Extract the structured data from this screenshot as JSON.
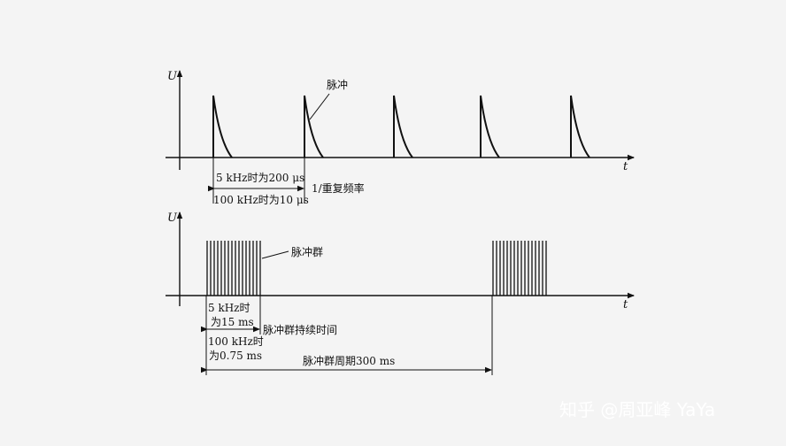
{
  "diagram": {
    "top": {
      "y_axis_label": "U",
      "x_axis_label": "t",
      "pulse_label": "脉冲",
      "period_5k_label": "5 kHz时为200 μs",
      "period_100k_label": "100 kHz时为10 μs",
      "period_caption": "1/重复频率",
      "pulse_count": 5
    },
    "bottom": {
      "y_axis_label": "U",
      "x_axis_label": "t",
      "burst_label": "脉冲群",
      "burst_5k_line1": "5 kHz时",
      "burst_5k_line2": "为15 ms",
      "burst_duration_caption": "脉冲群持续时间",
      "burst_100k_line1": "100 kHz时",
      "burst_100k_line2": "为0.75 ms",
      "burst_period_label": "脉冲群周期300 ms",
      "bursts_shown": 2,
      "lines_per_burst": 16
    },
    "colors": {
      "ink": "#111111",
      "background": "#f4f4f4",
      "watermark": "#ffffff"
    }
  },
  "watermark": {
    "text": "知乎 @周亚峰 YaYa"
  }
}
